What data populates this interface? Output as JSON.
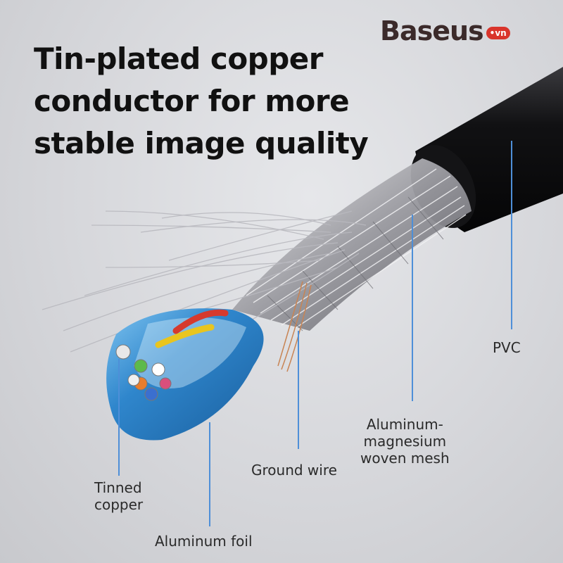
{
  "headline": {
    "line1": "Tin-plated copper",
    "line2": "conductor for more",
    "line3": "stable image quality"
  },
  "logo": {
    "wordmark": "Baseus",
    "badge": "•vn"
  },
  "labels": {
    "pvc": "PVC",
    "mesh_line1": "Aluminum-",
    "mesh_line2": "magnesium",
    "mesh_line3": "woven mesh",
    "ground_wire": "Ground wire",
    "tinned_line1": "Tinned",
    "tinned_line2": "copper",
    "aluminum_foil": "Aluminum foil"
  },
  "colors": {
    "leader_line": "#4e8fd8",
    "logo_badge": "#d9342b",
    "foil": "#3f8fd0",
    "jacket": "#1b1b1d"
  }
}
